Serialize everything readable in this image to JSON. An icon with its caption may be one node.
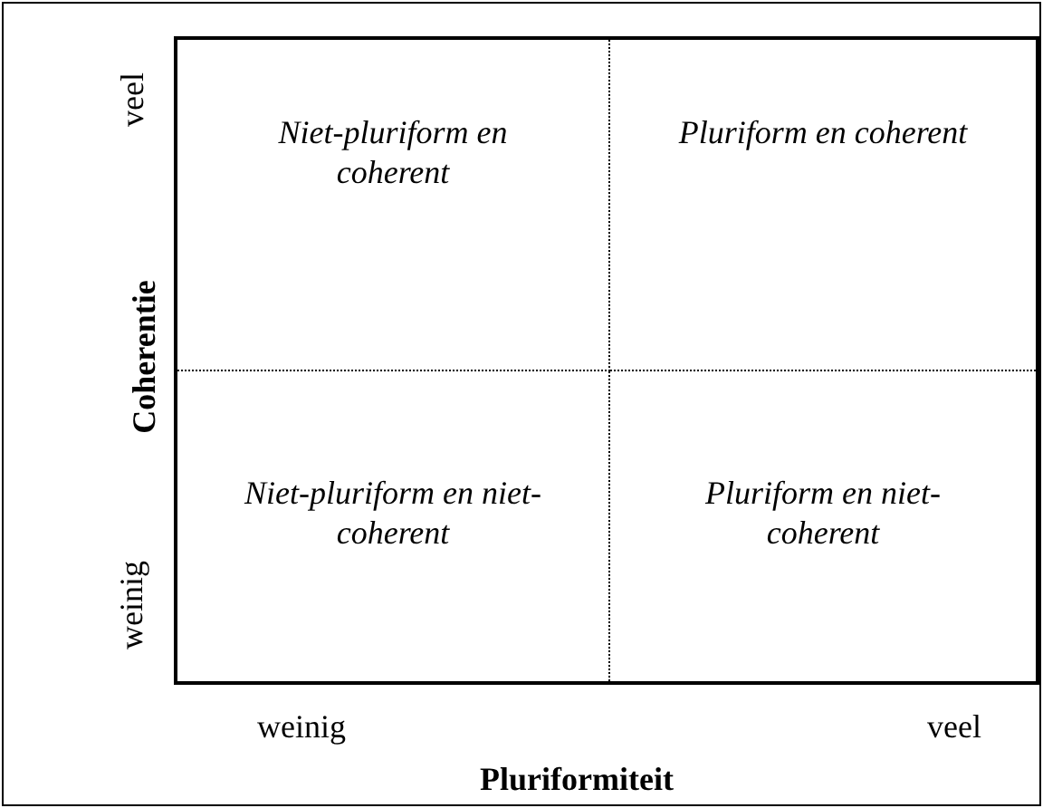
{
  "diagram": {
    "nodes": [
      {
        "text": [
          "Niet-pluriform en coherent"
        ]
      },
      {
        "text": [
          "Pluriform en coherent"
        ]
      },
      {
        "text": [
          "Niet-pluriform en niet-coherent"
        ]
      },
      {
        "text": [
          "Pluriform en niet-coherent"
        ]
      }
    ],
    "labels": [
      "veel",
      "Coherentie",
      "weinig",
      "weinig",
      "veel",
      "Pluriformiteit"
    ]
  }
}
